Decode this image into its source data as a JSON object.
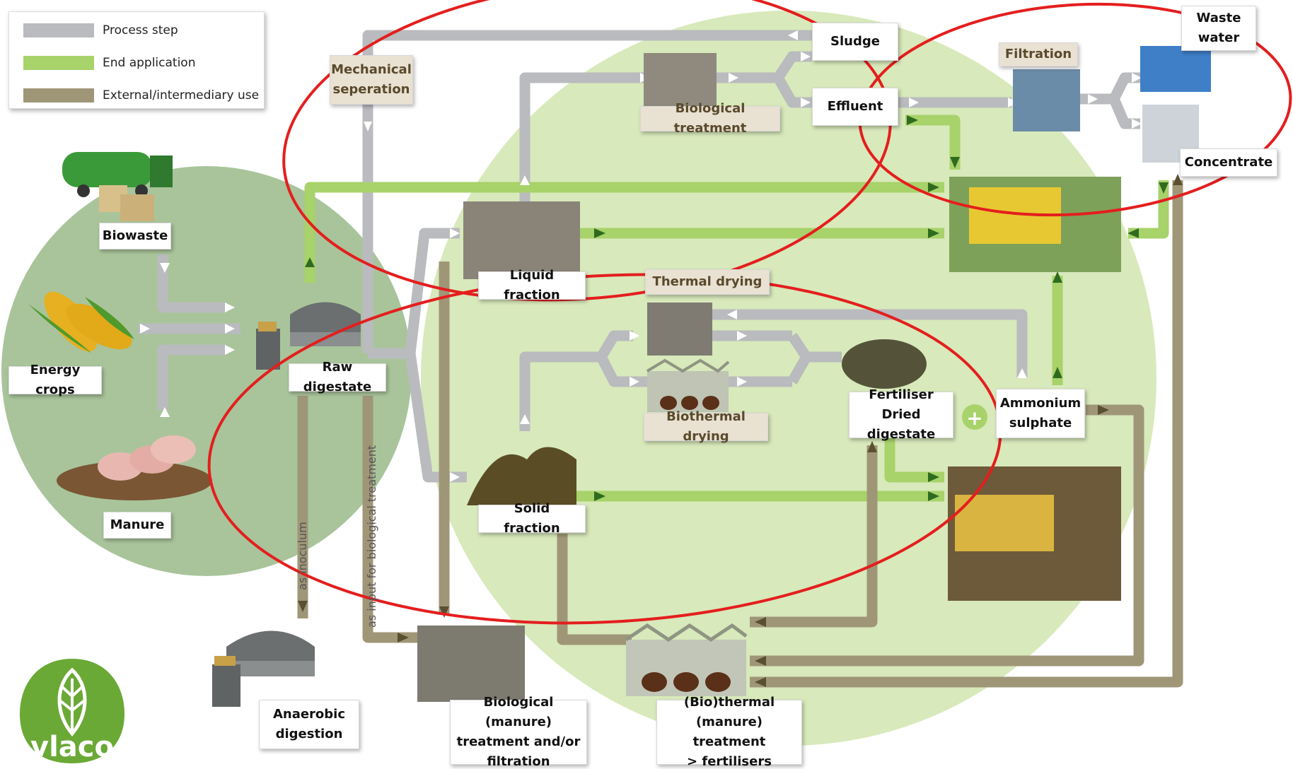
{
  "legend": {
    "items": [
      {
        "label": "Process step",
        "color": "#b9bbbe"
      },
      {
        "label": "End application",
        "color": "#a8d26a"
      },
      {
        "label": "External/intermediary use",
        "color": "#9f9678"
      }
    ]
  },
  "labels": {
    "mechanical_separation": "Mechanical\nseperation",
    "sludge": "Sludge",
    "effluent": "Effluent",
    "biological_treatment": "Biological treatment",
    "filtration": "Filtration",
    "waste_water": "Waste\nwater",
    "concentrate": "Concentrate",
    "biowaste": "Biowaste",
    "energy_crops": "Energy crops",
    "manure": "Manure",
    "raw_digestate": "Raw digestate",
    "liquid_fraction": "Liquid fraction",
    "thermal_drying": "Thermal drying",
    "biothermal_drying": "Biothermal drying",
    "fertiliser": "Fertiliser\nDried digestate",
    "ammonium_sulphate": "Ammonium\nsulphate",
    "solid_fraction": "Solid fraction",
    "anaerobic_digestion": "Anaerobic\ndigestion",
    "biological_manure_treatment": "Biological (manure)\ntreatment and/or\nfiltration",
    "biothermal_manure_treatment": "(Bio)thermal\n(manure) treatment\n> fertilisers",
    "as_inoculum": "as inoculum",
    "as_input_bio": "as input for biological treatment",
    "plus": "+"
  },
  "logo": {
    "text": "vlaco",
    "color": "#6aa935"
  },
  "colors": {
    "process": "#b9bbbe",
    "end_application": "#a8d26a",
    "external": "#9f9678",
    "circle_dark": "#a9c49b",
    "circle_light": "#d6e8b8",
    "highlight": "#e41e1e"
  }
}
